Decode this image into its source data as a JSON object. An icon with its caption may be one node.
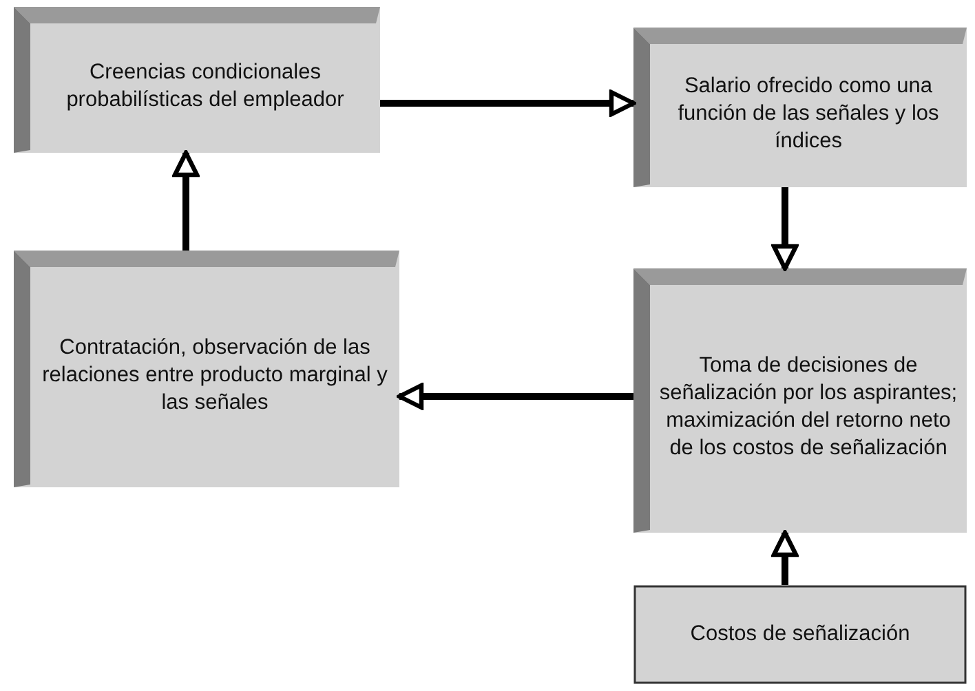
{
  "diagram": {
    "nodes": [
      {
        "text": [
          "Creencias condicionales probabilísticas del empleador"
        ]
      },
      {
        "text": [
          "Salario ofrecido como una función de las señales y los índices"
        ]
      },
      {
        "text": [
          "Contratación, observación de las relaciones entre producto marginal y las señales"
        ]
      },
      {
        "text": [
          "Toma de decisiones de señalización por los aspirantes; maximización del retorno neto de los costos de señalización"
        ]
      },
      {
        "text": [
          "Costos de señalización"
        ]
      }
    ],
    "edges": [
      {
        "from": 0,
        "to": 1,
        "arrow": "to"
      },
      {
        "from": 1,
        "to": 3,
        "arrow": "to"
      },
      {
        "from": 3,
        "to": 2,
        "arrow": "to"
      },
      {
        "from": 2,
        "to": 0,
        "arrow": "to"
      },
      {
        "from": 4,
        "to": 3,
        "arrow": "to"
      }
    ]
  }
}
